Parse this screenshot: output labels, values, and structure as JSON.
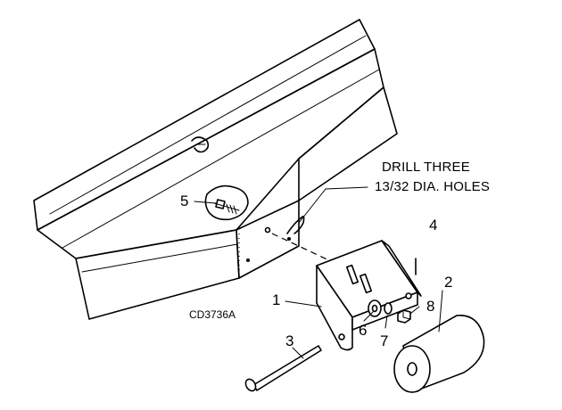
{
  "note": {
    "line1": "DRILL THREE",
    "line2": "13/32 DIA. HOLES"
  },
  "figure_code": "CD3736A",
  "callouts": {
    "c1": "1",
    "c2": "2",
    "c3": "3",
    "c4": "4",
    "c5": "5",
    "c6": "6",
    "c7": "7",
    "c8": "8"
  },
  "colors": {
    "ink": "#000000",
    "paper": "#ffffff"
  }
}
